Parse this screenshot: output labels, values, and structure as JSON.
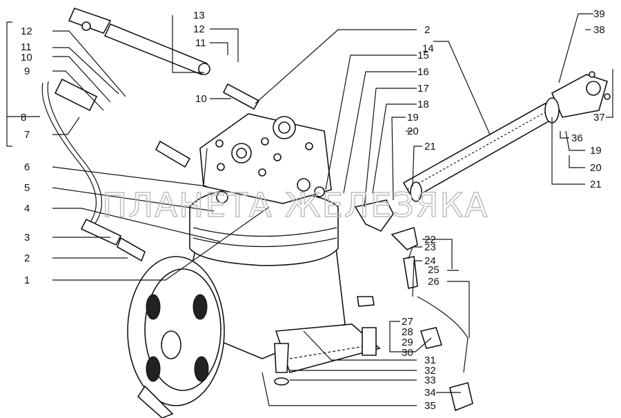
{
  "watermark": "ПЛАНЕТА ЖЕЛЕЗЯКА",
  "callouts": [
    "1",
    "2",
    "3",
    "4",
    "5",
    "6",
    "7",
    "8",
    "9",
    "10",
    "11",
    "12",
    "13",
    "14",
    "15",
    "16",
    "17",
    "18",
    "19",
    "20",
    "21",
    "22",
    "23",
    "24",
    "25",
    "26",
    "27",
    "28",
    "29",
    "30",
    "31",
    "32",
    "33",
    "34",
    "35",
    "36",
    "37",
    "38",
    "39"
  ],
  "colors": {
    "line": "#111111",
    "watermark": "#bdbdbd",
    "background": "#ffffff"
  }
}
